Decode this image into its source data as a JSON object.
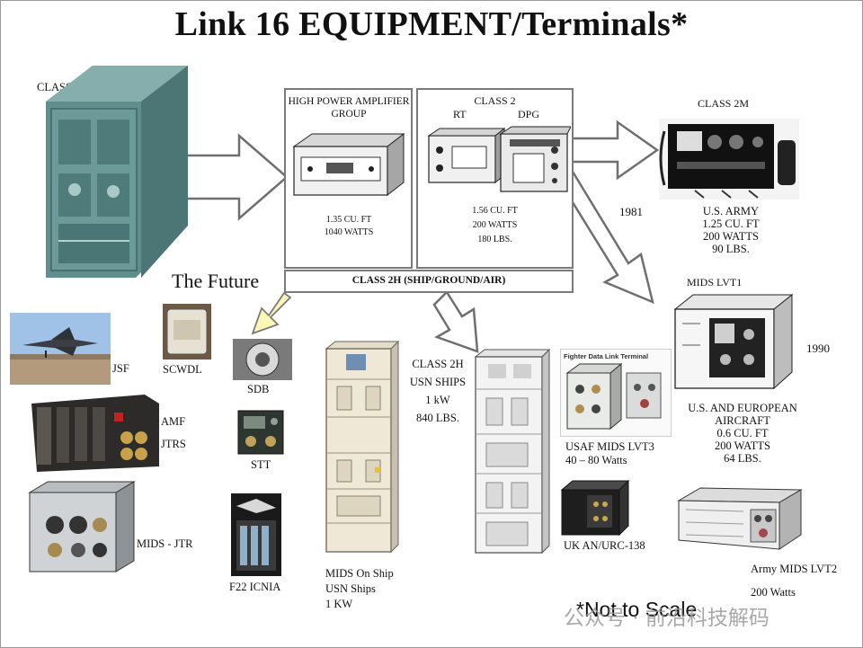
{
  "title": "Link 16 EQUIPMENT/Terminals*",
  "class1": {
    "label": "CLASS 1"
  },
  "hpag": {
    "title": "HIGH POWER AMPLIFIER GROUP",
    "spec1": "1.35 CU. FT",
    "spec2": "1040 WATTS"
  },
  "class2": {
    "title": "CLASS 2",
    "rt": "RT",
    "dpg": "DPG",
    "spec1": "1.56 CU. FT",
    "spec2": "200 WATTS",
    "spec3": "180 LBS."
  },
  "class2h_bar": "CLASS 2H (SHIP/GROUND/AIR)",
  "year_1981": "1981",
  "class2m": {
    "title": "CLASS 2M",
    "line1": "U.S. ARMY",
    "line2": "1.25 CU. FT",
    "line3": "200 WATTS",
    "line4": "90 LBS."
  },
  "mids_lvt1": {
    "title": "MIDS LVT1",
    "year": "1990",
    "line1": "U.S. AND EUROPEAN",
    "line2": "AIRCRAFT",
    "line3": "0.6 CU. FT",
    "line4": "200 WATTS",
    "line5": "64 LBS."
  },
  "future": "The Future",
  "future_items": {
    "jsf": "JSF",
    "scwdl": "SCWDL",
    "sdb": "SDB",
    "amf": "AMF",
    "jtrs": "JTRS",
    "stt": "STT",
    "mids_jtr": "MIDS - JTR",
    "f22": "F22 ICNIA"
  },
  "class2h": {
    "line1": "CLASS 2H",
    "line2": "USN SHIPS",
    "line3": "1 kW",
    "line4": "840 LBS."
  },
  "mids_ship": {
    "line1": "MIDS On Ship",
    "line2": "USN Ships",
    "line3": "1 KW"
  },
  "usaf": {
    "line1": "USAF MIDS LVT3",
    "line2": "40 – 80 Watts",
    "photo_caption": "Fighter Data Link Terminal"
  },
  "uk": "UK AN/URC-138",
  "army_lvt2": {
    "line1": "Army MIDS LVT2",
    "line2": "200 Watts"
  },
  "note": "*Not to Scale",
  "watermark": "公众号 · 前沿科技解码",
  "colors": {
    "arrow_fill": "#ffffff",
    "arrow_stroke": "#6f6f6f",
    "future_arrow": "#fdf6b6",
    "panel_border": "#7a7a7a",
    "class1_body": "#5f8e8d"
  }
}
